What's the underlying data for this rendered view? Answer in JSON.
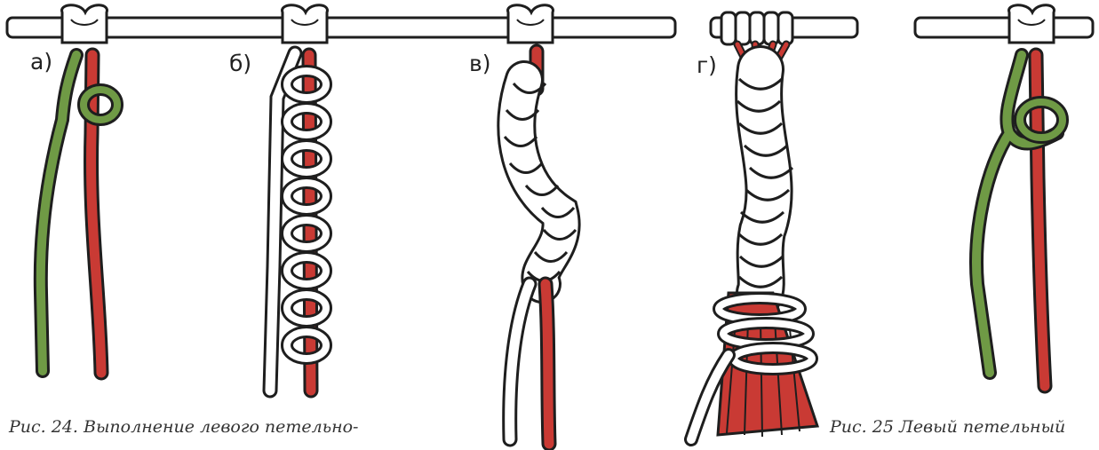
{
  "panels": [
    {
      "label": "а)"
    },
    {
      "label": "б)"
    },
    {
      "label": "в)"
    },
    {
      "label": "г)"
    },
    {
      "label": ""
    }
  ],
  "captions": {
    "fig24": "Рис. 24. Выполнение левого петельно-",
    "fig25": "Рис. 25 Левый петельный"
  },
  "colors": {
    "working_cord": "#6f9a45",
    "core_cord": "#c93a34",
    "outline": "#1e1e1e",
    "white_cord": "#ffffff"
  }
}
